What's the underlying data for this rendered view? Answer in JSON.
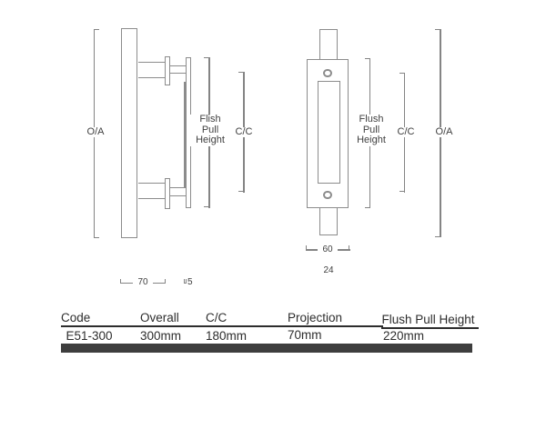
{
  "drawing": {
    "side_view": {
      "oa": "O/A",
      "cc": "C/C",
      "flush_lines": [
        "Flish",
        "Pull",
        "Height"
      ],
      "dim_projection": "70",
      "dim_plate_thickness": "5"
    },
    "front_view": {
      "oa": "O/A",
      "cc": "C/C",
      "flush_lines": [
        "Flush",
        "Pull",
        "Height"
      ],
      "dim_width": "60",
      "dim_bar_width": "24"
    }
  },
  "spec_table": {
    "headers": [
      "Code",
      "Overall",
      "C/C",
      "Projection",
      "Flush Pull Height"
    ],
    "row": [
      "E51-300",
      "300mm",
      "180mm",
      "70mm",
      "220mm"
    ]
  },
  "colors": {
    "outline": "#8c8c8c",
    "dimension": "#848484",
    "label": "#3f3f3f",
    "table_text": "#2d2d2d",
    "bar": "#3e3e3e"
  }
}
